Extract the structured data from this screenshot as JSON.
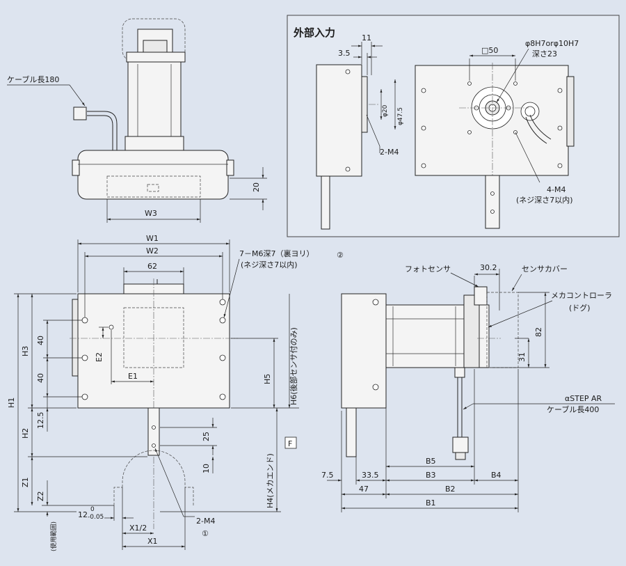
{
  "external_input": {
    "title": "外部入力",
    "dim_11": "11",
    "dim_3_5": "3.5",
    "dim_sq50": "□50",
    "shaft_note_1": "φ8H7orφ10H7",
    "shaft_note_2": "深さ23",
    "dim_phi20": "φ20",
    "dim_phi47_5": "φ47.5",
    "tap_2m4": "2-M4",
    "tap_4m4": "4-M4",
    "tap_4m4_note": "(ネジ深さ7以内)"
  },
  "top_view": {
    "cable_label": "ケーブル長180",
    "dim_20": "20",
    "dim_w3": "W3"
  },
  "front_view": {
    "dim_w1": "W1",
    "dim_w2": "W2",
    "dim_62": "62",
    "tap_note_1": "7－M6深7（裏ヨリ）",
    "tap_note_1_mark": "②",
    "tap_note_2": "(ネジ深さ7以内)",
    "dim_h1": "H1",
    "dim_h2": "H2",
    "dim_h3": "H3",
    "dim_h5": "H5",
    "dim_h6": "H6(後部センサ付のみ)",
    "dim_h4": "H4(メカエンド)",
    "dim_40a": "40",
    "dim_40b": "40",
    "dim_12_5": "12.5",
    "dim_e1": "E1",
    "dim_e2": "E2",
    "dim_25": "25",
    "dim_10": "10",
    "dim_z1": "Z1",
    "dim_z2": "Z2",
    "dim_12": "12",
    "dim_12_tol_upper": "0",
    "dim_12_tol_lower": "-0.05",
    "dim_x1_2": "X1/2",
    "dim_x1": "X1",
    "tap_2m4": "2-M4",
    "tap_2m4_mark": "①",
    "range_label": "(使用範囲)",
    "f_marker": "F"
  },
  "side_view": {
    "photo_sensor": "フォトセンサ",
    "dim_30_2": "30.2",
    "sensor_cover": "センサカバー",
    "mecha_controller": "メカコントローラ",
    "dog": "(ドグ)",
    "dim_82": "82",
    "dim_31": "31",
    "motor_name": "αSTEP AR",
    "motor_cable": "ケーブル長400",
    "dim_b5": "B5",
    "dim_7_5": "7.5",
    "dim_33_5": "33.5",
    "dim_b3": "B3",
    "dim_b4": "B4",
    "dim_47": "47",
    "dim_b2": "B2",
    "dim_b1": "B1"
  }
}
